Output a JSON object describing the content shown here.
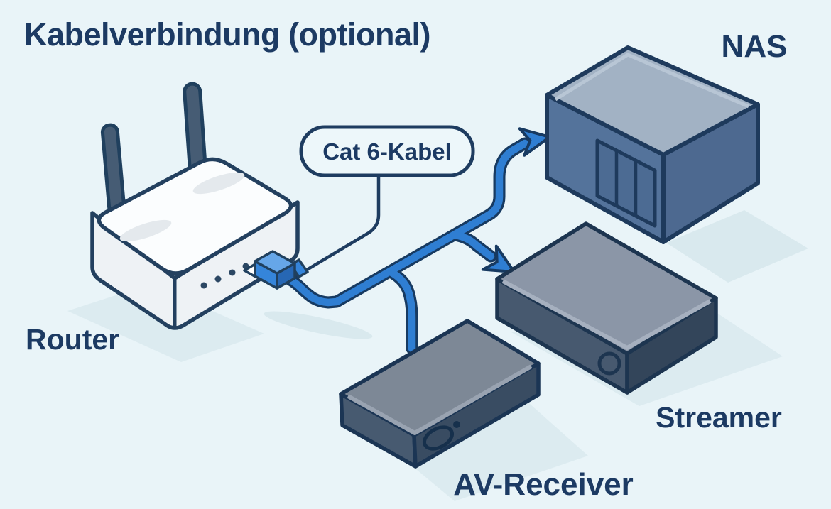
{
  "title": "Kabelverbindung (optional)",
  "callout": {
    "label": "Cat 6-Kabel"
  },
  "labels": {
    "router": "Router",
    "nas": "NAS",
    "streamer": "Streamer",
    "av_receiver": "AV-Receiver"
  },
  "connections": [
    {
      "from": "Router",
      "to": "NAS",
      "via": "Cat 6-Kabel",
      "ending": "arrow"
    },
    {
      "from": "Router",
      "to": "Streamer",
      "via": "Cat 6-Kabel",
      "ending": "arrow"
    },
    {
      "from": "Router",
      "to": "AV-Receiver",
      "via": "Cat 6-Kabel",
      "ending": "plain"
    }
  ],
  "colors": {
    "background": "#e9f4f8",
    "text_navy": "#1c3a63",
    "outline_navy": "#1e3a5c",
    "cable_blue": "#2f7ed2",
    "cable_outline": "#173a61",
    "plug_light_blue": "#66a6e8",
    "nas_face": "#54739b",
    "nas_top": "#a2b2c4",
    "streamer_top": "#8b96a7",
    "streamer_face": "#47596f",
    "receiver_face": "#394c62",
    "router_white": "#fbfdfe",
    "shadow": "#d9e9ee"
  }
}
